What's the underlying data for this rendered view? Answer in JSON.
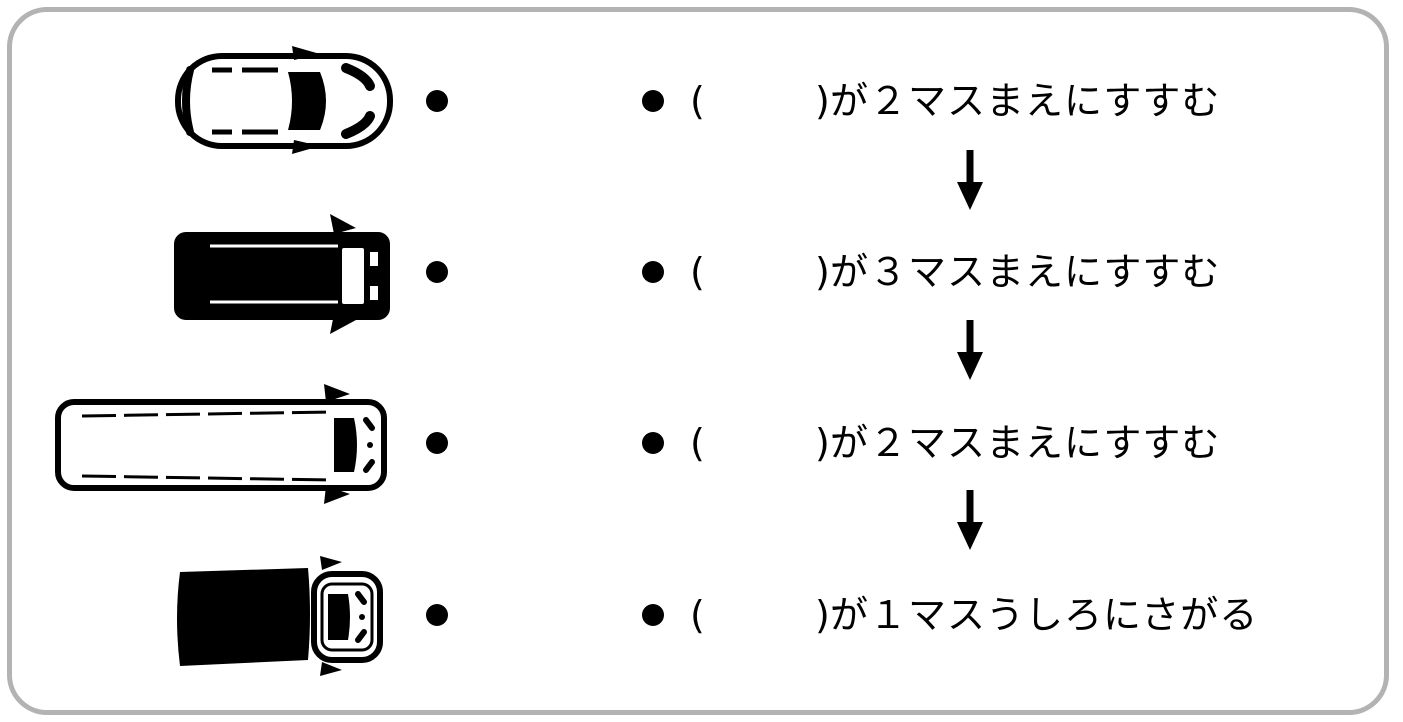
{
  "rows": [
    {
      "vehicle": "car-icon",
      "open": "(",
      "close": ")",
      "action": "が２マスまえにすすむ"
    },
    {
      "vehicle": "van-icon",
      "open": "(",
      "close": ")",
      "action": "が３マスまえにすすむ"
    },
    {
      "vehicle": "bus-icon",
      "open": "(",
      "close": ")",
      "action": "が２マスまえにすすむ"
    },
    {
      "vehicle": "truck-icon",
      "open": "(",
      "close": ")",
      "action": "が１マスうしろにさがる"
    }
  ],
  "arrow_icon": "down-arrow-icon",
  "colors": {
    "border": "#b3b3b3",
    "ink": "#000000",
    "paper": "#ffffff"
  }
}
